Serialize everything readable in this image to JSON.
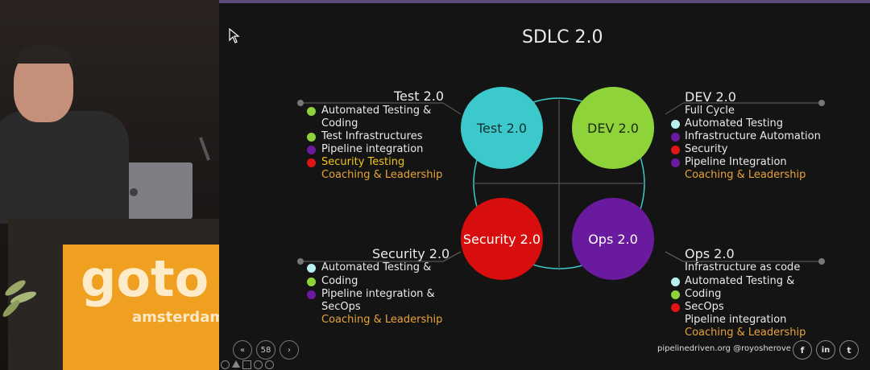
{
  "slide": {
    "title": "SDLC 2.0",
    "test": {
      "title": "Test 2.0",
      "items": [
        "Automated Testing &",
        "Coding",
        "Test Infrastructures",
        "Pipeline integration",
        "Security Testing",
        "Coaching &  Leadership"
      ]
    },
    "dev": {
      "title": "DEV 2.0",
      "items": [
        "Full Cycle",
        "Automated Testing",
        "Infrastructure Automation",
        "Security",
        "Pipeline Integration",
        "Coaching & Leadership"
      ]
    },
    "security": {
      "title": "Security 2.0",
      "items": [
        "Automated Testing &",
        "Coding",
        "Pipeline integration &",
        "SecOps",
        "Coaching & Leadership"
      ]
    },
    "ops": {
      "title": "Ops 2.0",
      "items": [
        "Infrastructure as code",
        "Automated Testing &",
        "Coding",
        "SecOps",
        "Pipeline integration",
        "Coaching & Leadership"
      ]
    },
    "circles": {
      "test": "Test 2.0",
      "dev": "DEV 2.0",
      "security": "Security 2.0",
      "ops": "Ops 2.0"
    },
    "footer": {
      "credit": "pipelinedriven.org  @royosherove",
      "page_number": "58"
    },
    "social": [
      "f",
      "in",
      "t"
    ]
  },
  "stage": {
    "logo_text": "goto",
    "logo_subtext": "amsterdam"
  },
  "colors": {
    "teal": "#3cc9cc",
    "green": "#8fd33a",
    "red": "#d80e0e",
    "purple": "#6a1a9e",
    "dot_cyan": "#b8f0f0",
    "dot_green": "#8fd33a",
    "dot_purple": "#6a1a9e",
    "dot_red": "#e01515",
    "highlight_yellow": "#f0c419",
    "highlight_orange": "#e8a33a",
    "podium_orange": "#f0a020"
  }
}
